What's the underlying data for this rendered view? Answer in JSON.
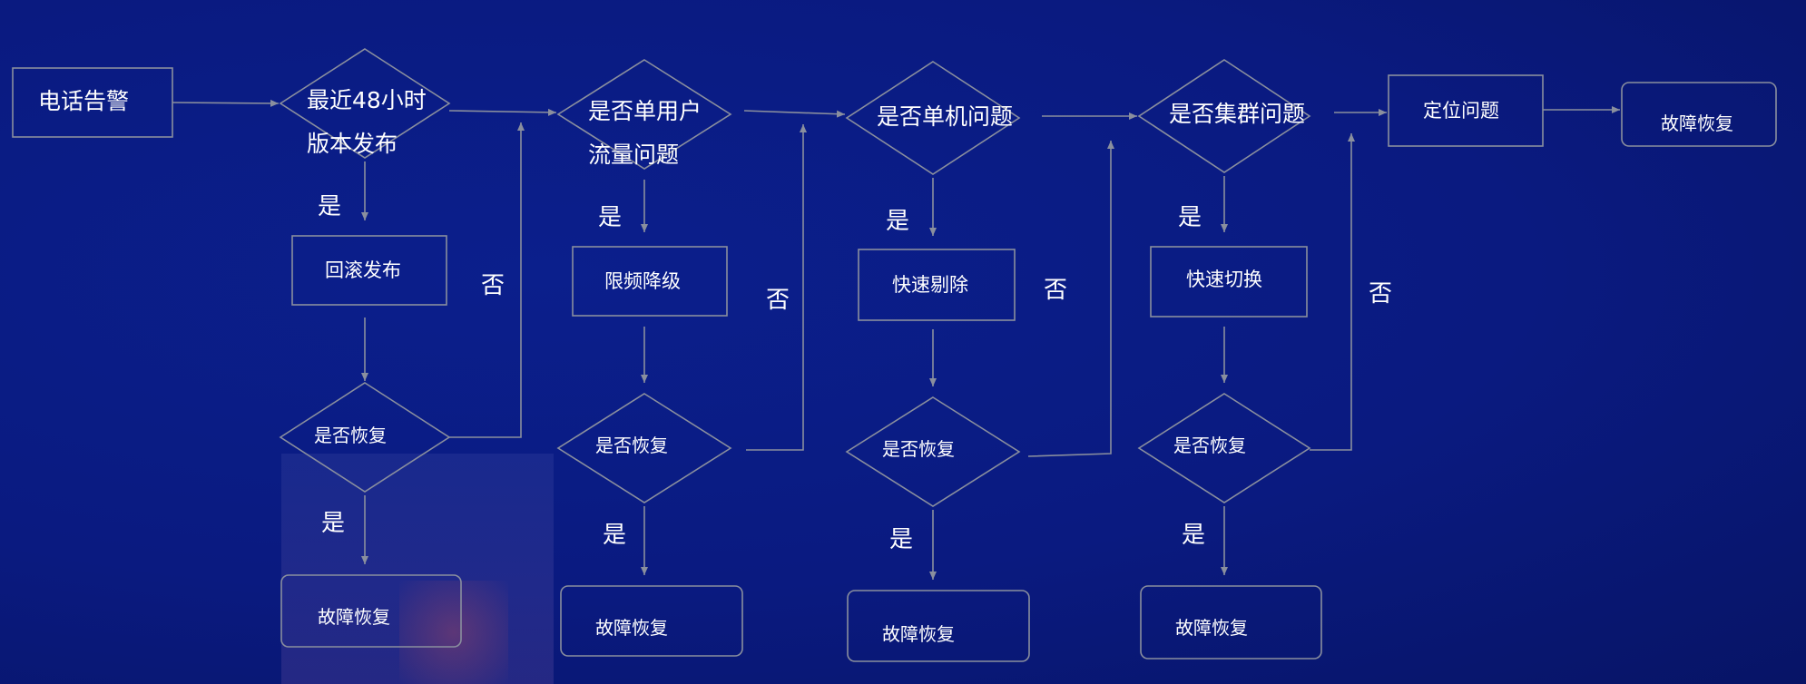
{
  "flowchart": {
    "start": "电话告警",
    "step1": {
      "question_line1": "最近48小时",
      "question_line2": "版本发布",
      "action": "回滚发布",
      "check": "是否恢复",
      "result": "故障恢复"
    },
    "step2": {
      "question_line1": "是否单用户",
      "question_line2": "流量问题",
      "action": "限频降级",
      "check": "是否恢复",
      "result": "故障恢复"
    },
    "step3": {
      "question": "是否单机问题",
      "action": "快速剔除",
      "check": "是否恢复",
      "result": "故障恢复"
    },
    "step4": {
      "question": "是否集群问题",
      "action": "快速切换",
      "check": "是否恢复",
      "result": "故障恢复"
    },
    "locate": "定位问题",
    "final": "故障恢复",
    "yes": "是",
    "no": "否"
  }
}
